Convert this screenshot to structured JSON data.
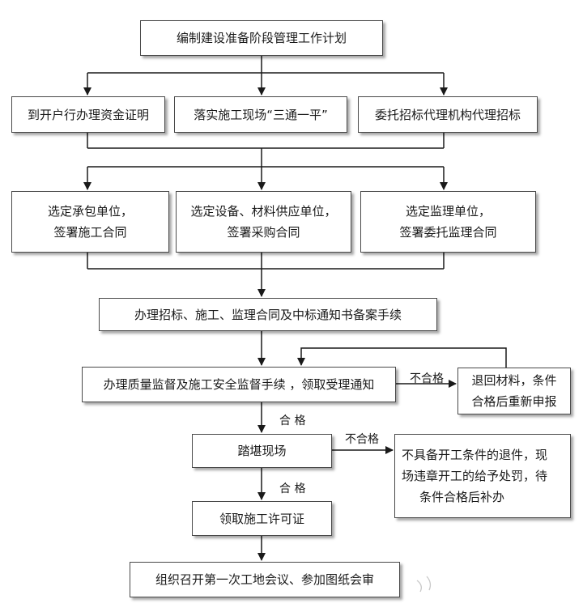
{
  "nodes": {
    "plan": "编制建设准备阶段管理工作计划",
    "funds": "到开户行办理资金证明",
    "site": "落实施工现场“三通一平”",
    "agent": "委托招标代理机构代理招标",
    "contractor": [
      "选定承包单位，",
      "签署施工合同"
    ],
    "supplier": [
      "选定设备、材料供应单位，",
      "签署采购合同"
    ],
    "supervisor": [
      "选定监理单位，",
      "签署委托监理合同"
    ],
    "filing": "办理招标、施工、监理合同及中标通知书备案手续",
    "quality": "办理质量监督及施工安全监督手续 ，领取受理通知",
    "return": [
      "退回材料，条件",
      "合格后重新申报"
    ],
    "survey": "踏堪现场",
    "penalty": [
      "不具备开工条件的退件，现",
      "场违章开工的给予处罚，待",
      "条件合格后补办"
    ],
    "permit": "领取施工许可证",
    "meeting": "组织召开第一次工地会议、参加图纸会审"
  },
  "edge_labels": {
    "fail_1": "不合格",
    "pass_1": "合 格",
    "fail_2": "不合格",
    "pass_2": "合 格"
  },
  "colors": {
    "line": "#1a1a1a",
    "border": "#4a4a4a"
  }
}
